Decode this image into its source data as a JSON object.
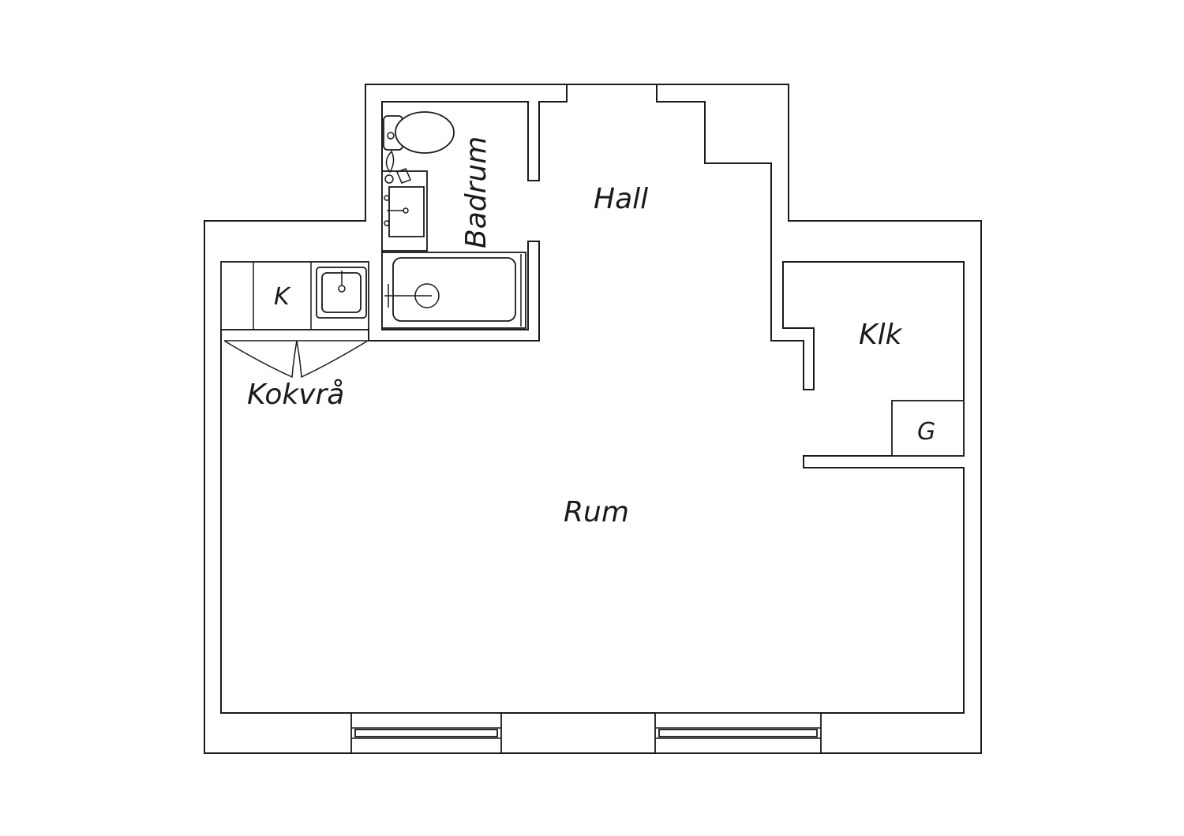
{
  "rooms": {
    "hall": "Hall",
    "badrum": "Badrum",
    "klk": "Klk",
    "kokvra": "Kokvrå",
    "rum": "Rum"
  },
  "fixtures": {
    "kitchen_unit": "K",
    "wardrobe_unit": "G"
  },
  "colors": {
    "line": "#1a1a1a",
    "background": "#ffffff"
  }
}
